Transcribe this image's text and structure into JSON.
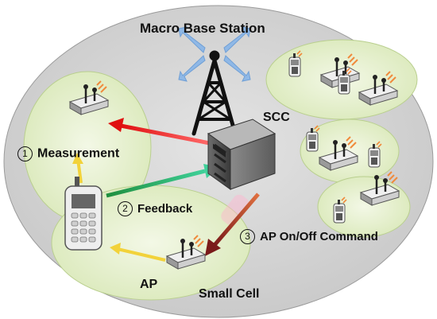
{
  "labels": {
    "macro_base_station": "Macro Base Station",
    "scc": "SCC",
    "ap": "AP",
    "small_cell": "Small Cell"
  },
  "steps": [
    {
      "number": "1",
      "text": "Measurement"
    },
    {
      "number": "2",
      "text": "Feedback"
    },
    {
      "number": "3",
      "text": "AP On/Off Command"
    }
  ],
  "colors": {
    "macro_cell": "#d6d6d6",
    "small_cell": "#e6f0cf",
    "measurement_arrow": "#ee2222",
    "feedback_arrow": "#22a35a",
    "command_arrow": "#8b1e1e",
    "ue_link": "#f2d23a",
    "signal": "#8fb8e6"
  }
}
